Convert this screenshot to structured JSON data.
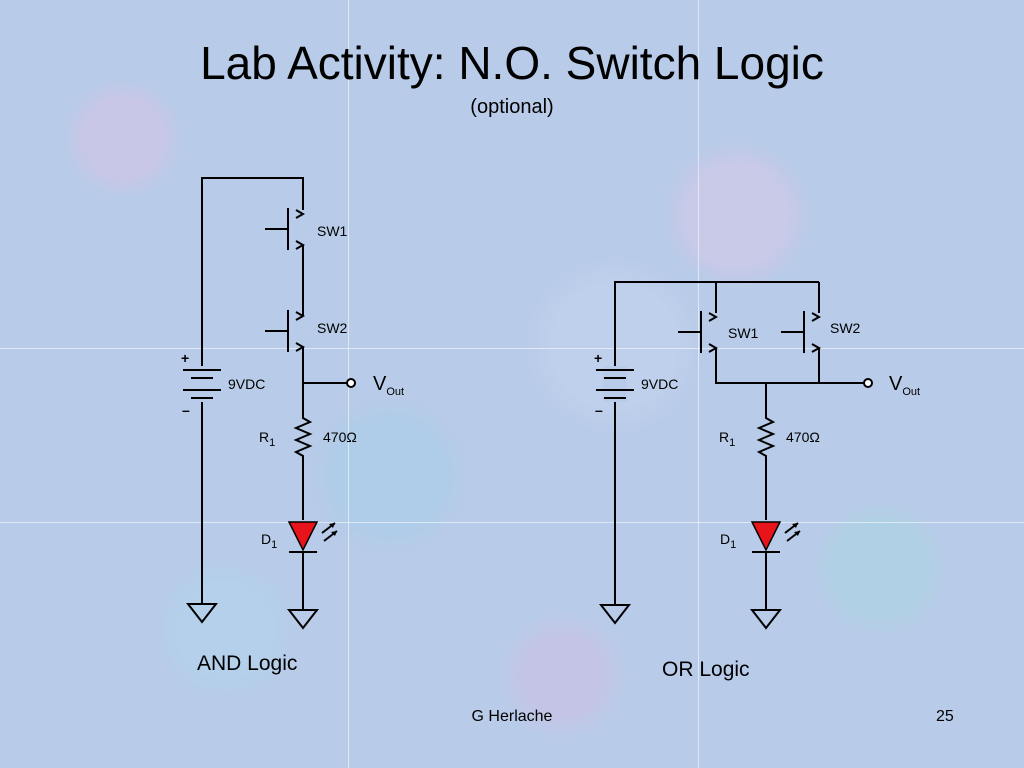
{
  "slide": {
    "title": "Lab Activity: N.O. Switch Logic",
    "subtitle": "(optional)",
    "author": "G Herlache",
    "page_number": "25"
  },
  "and_circuit": {
    "caption": "AND Logic",
    "switch1": "SW1",
    "switch2": "SW2",
    "battery": "9VDC",
    "battery_plus": "+",
    "battery_minus": "–",
    "output_main": "V",
    "output_sub": "Out",
    "resistor_main": "R",
    "resistor_sub": "1",
    "resistor_value": "470Ω",
    "diode_main": "D",
    "diode_sub": "1"
  },
  "or_circuit": {
    "caption": "OR Logic",
    "switch1": "SW1",
    "switch2": "SW2",
    "battery": "9VDC",
    "battery_plus": "+",
    "battery_minus": "–",
    "output_main": "V",
    "output_sub": "Out",
    "resistor_main": "R",
    "resistor_sub": "1",
    "resistor_value": "470Ω",
    "diode_main": "D",
    "diode_sub": "1"
  },
  "colors": {
    "led_fill": "#e8141b",
    "wire": "#000000"
  }
}
